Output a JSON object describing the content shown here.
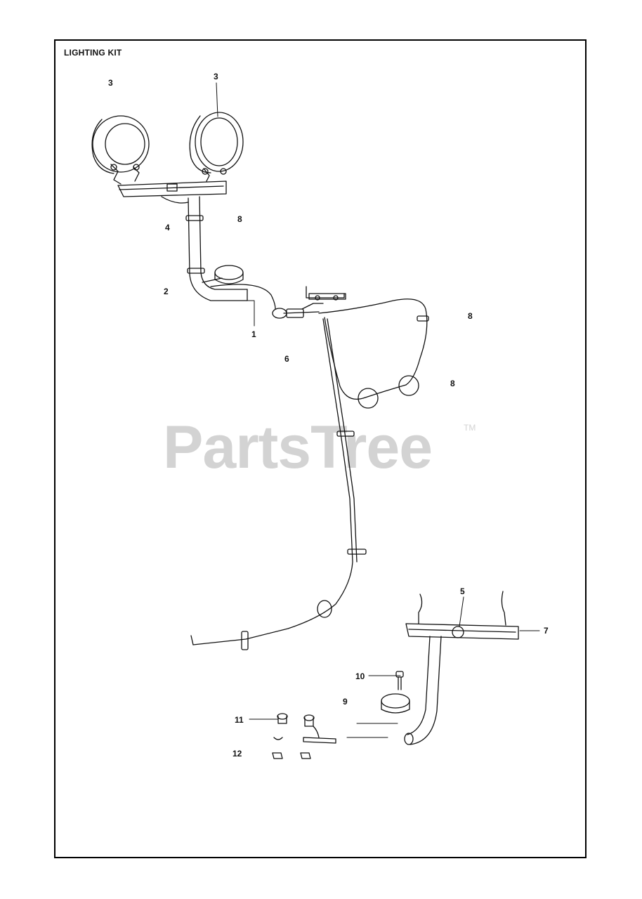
{
  "diagram": {
    "title": "LIGHTING KIT",
    "watermark": "PartsTree",
    "watermark_mark": "TM",
    "callouts": [
      {
        "id": "c3a",
        "label": "3"
      },
      {
        "id": "c3b",
        "label": "3"
      },
      {
        "id": "c4",
        "label": "4"
      },
      {
        "id": "c8a",
        "label": "8"
      },
      {
        "id": "c2",
        "label": "2"
      },
      {
        "id": "c1",
        "label": "1"
      },
      {
        "id": "c6",
        "label": "6"
      },
      {
        "id": "c8b",
        "label": "8"
      },
      {
        "id": "c8c",
        "label": "8"
      },
      {
        "id": "c5",
        "label": "5"
      },
      {
        "id": "c7",
        "label": "7"
      },
      {
        "id": "c10",
        "label": "10"
      },
      {
        "id": "c9",
        "label": "9"
      },
      {
        "id": "c11",
        "label": "11"
      },
      {
        "id": "c12",
        "label": "12"
      }
    ]
  }
}
